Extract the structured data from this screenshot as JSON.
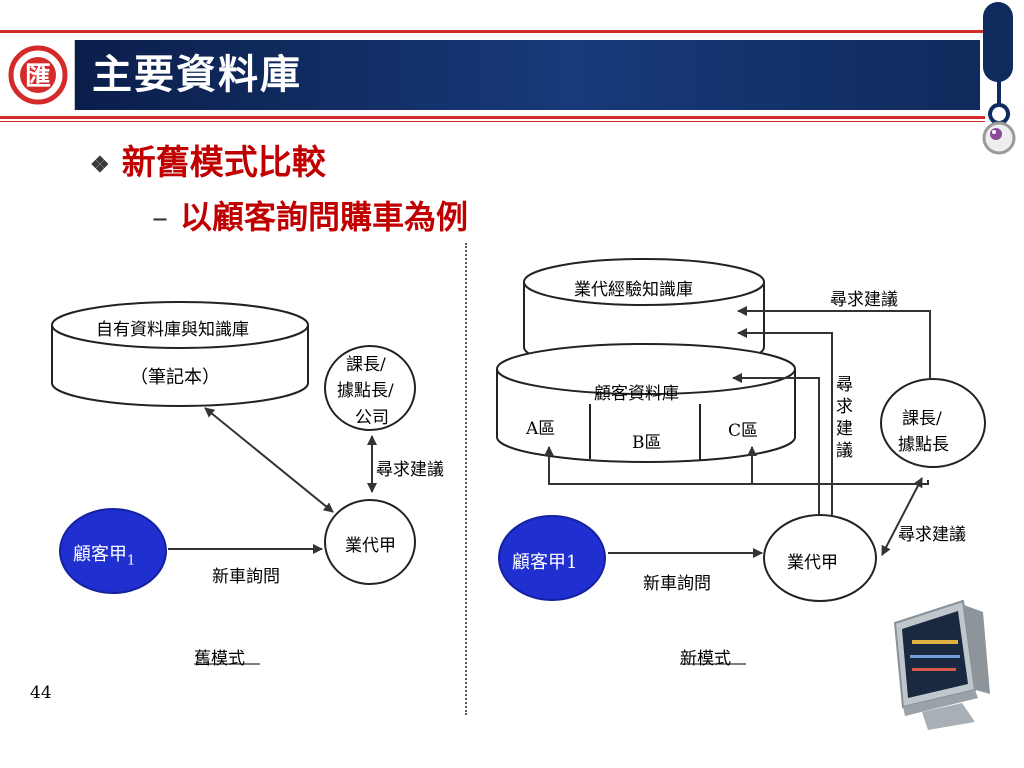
{
  "slide": {
    "title": "主要資料庫",
    "bullet_main": "新舊模式比較",
    "bullet_sub": "以顧客詢問購車為例",
    "page_number": "44"
  },
  "logo": {
    "char": "匯"
  },
  "old_model": {
    "db_label_top": "自有資料庫與知識庫",
    "db_label_bottom": "（筆記本）",
    "manager": [
      "課長/",
      "據點長/",
      "公司"
    ],
    "ask_advice": "尋求建議",
    "agent": "業代甲",
    "customer_main": "顧客甲",
    "customer_sub": "1",
    "inquiry": "新車詢問",
    "caption": "舊模式"
  },
  "new_model": {
    "knowledge_db": "業代經驗知識庫",
    "customer_db": "顧客資料庫",
    "zone_a": "A區",
    "zone_b": "B區",
    "zone_c": "C區",
    "ask_advice_top": "尋求建議",
    "ask_advice_vertical": [
      "尋",
      "求",
      "建",
      "議"
    ],
    "ask_advice_bottom": "尋求建議",
    "manager": [
      "課長/",
      "據點長"
    ],
    "agent": "業代甲",
    "customer": "顧客甲1",
    "inquiry": "新車詢問",
    "caption": "新模式"
  },
  "colors": {
    "title_bar": "#0f2a5c",
    "accent_red": "#c00000",
    "customer_fill": "#1f2fd0"
  }
}
